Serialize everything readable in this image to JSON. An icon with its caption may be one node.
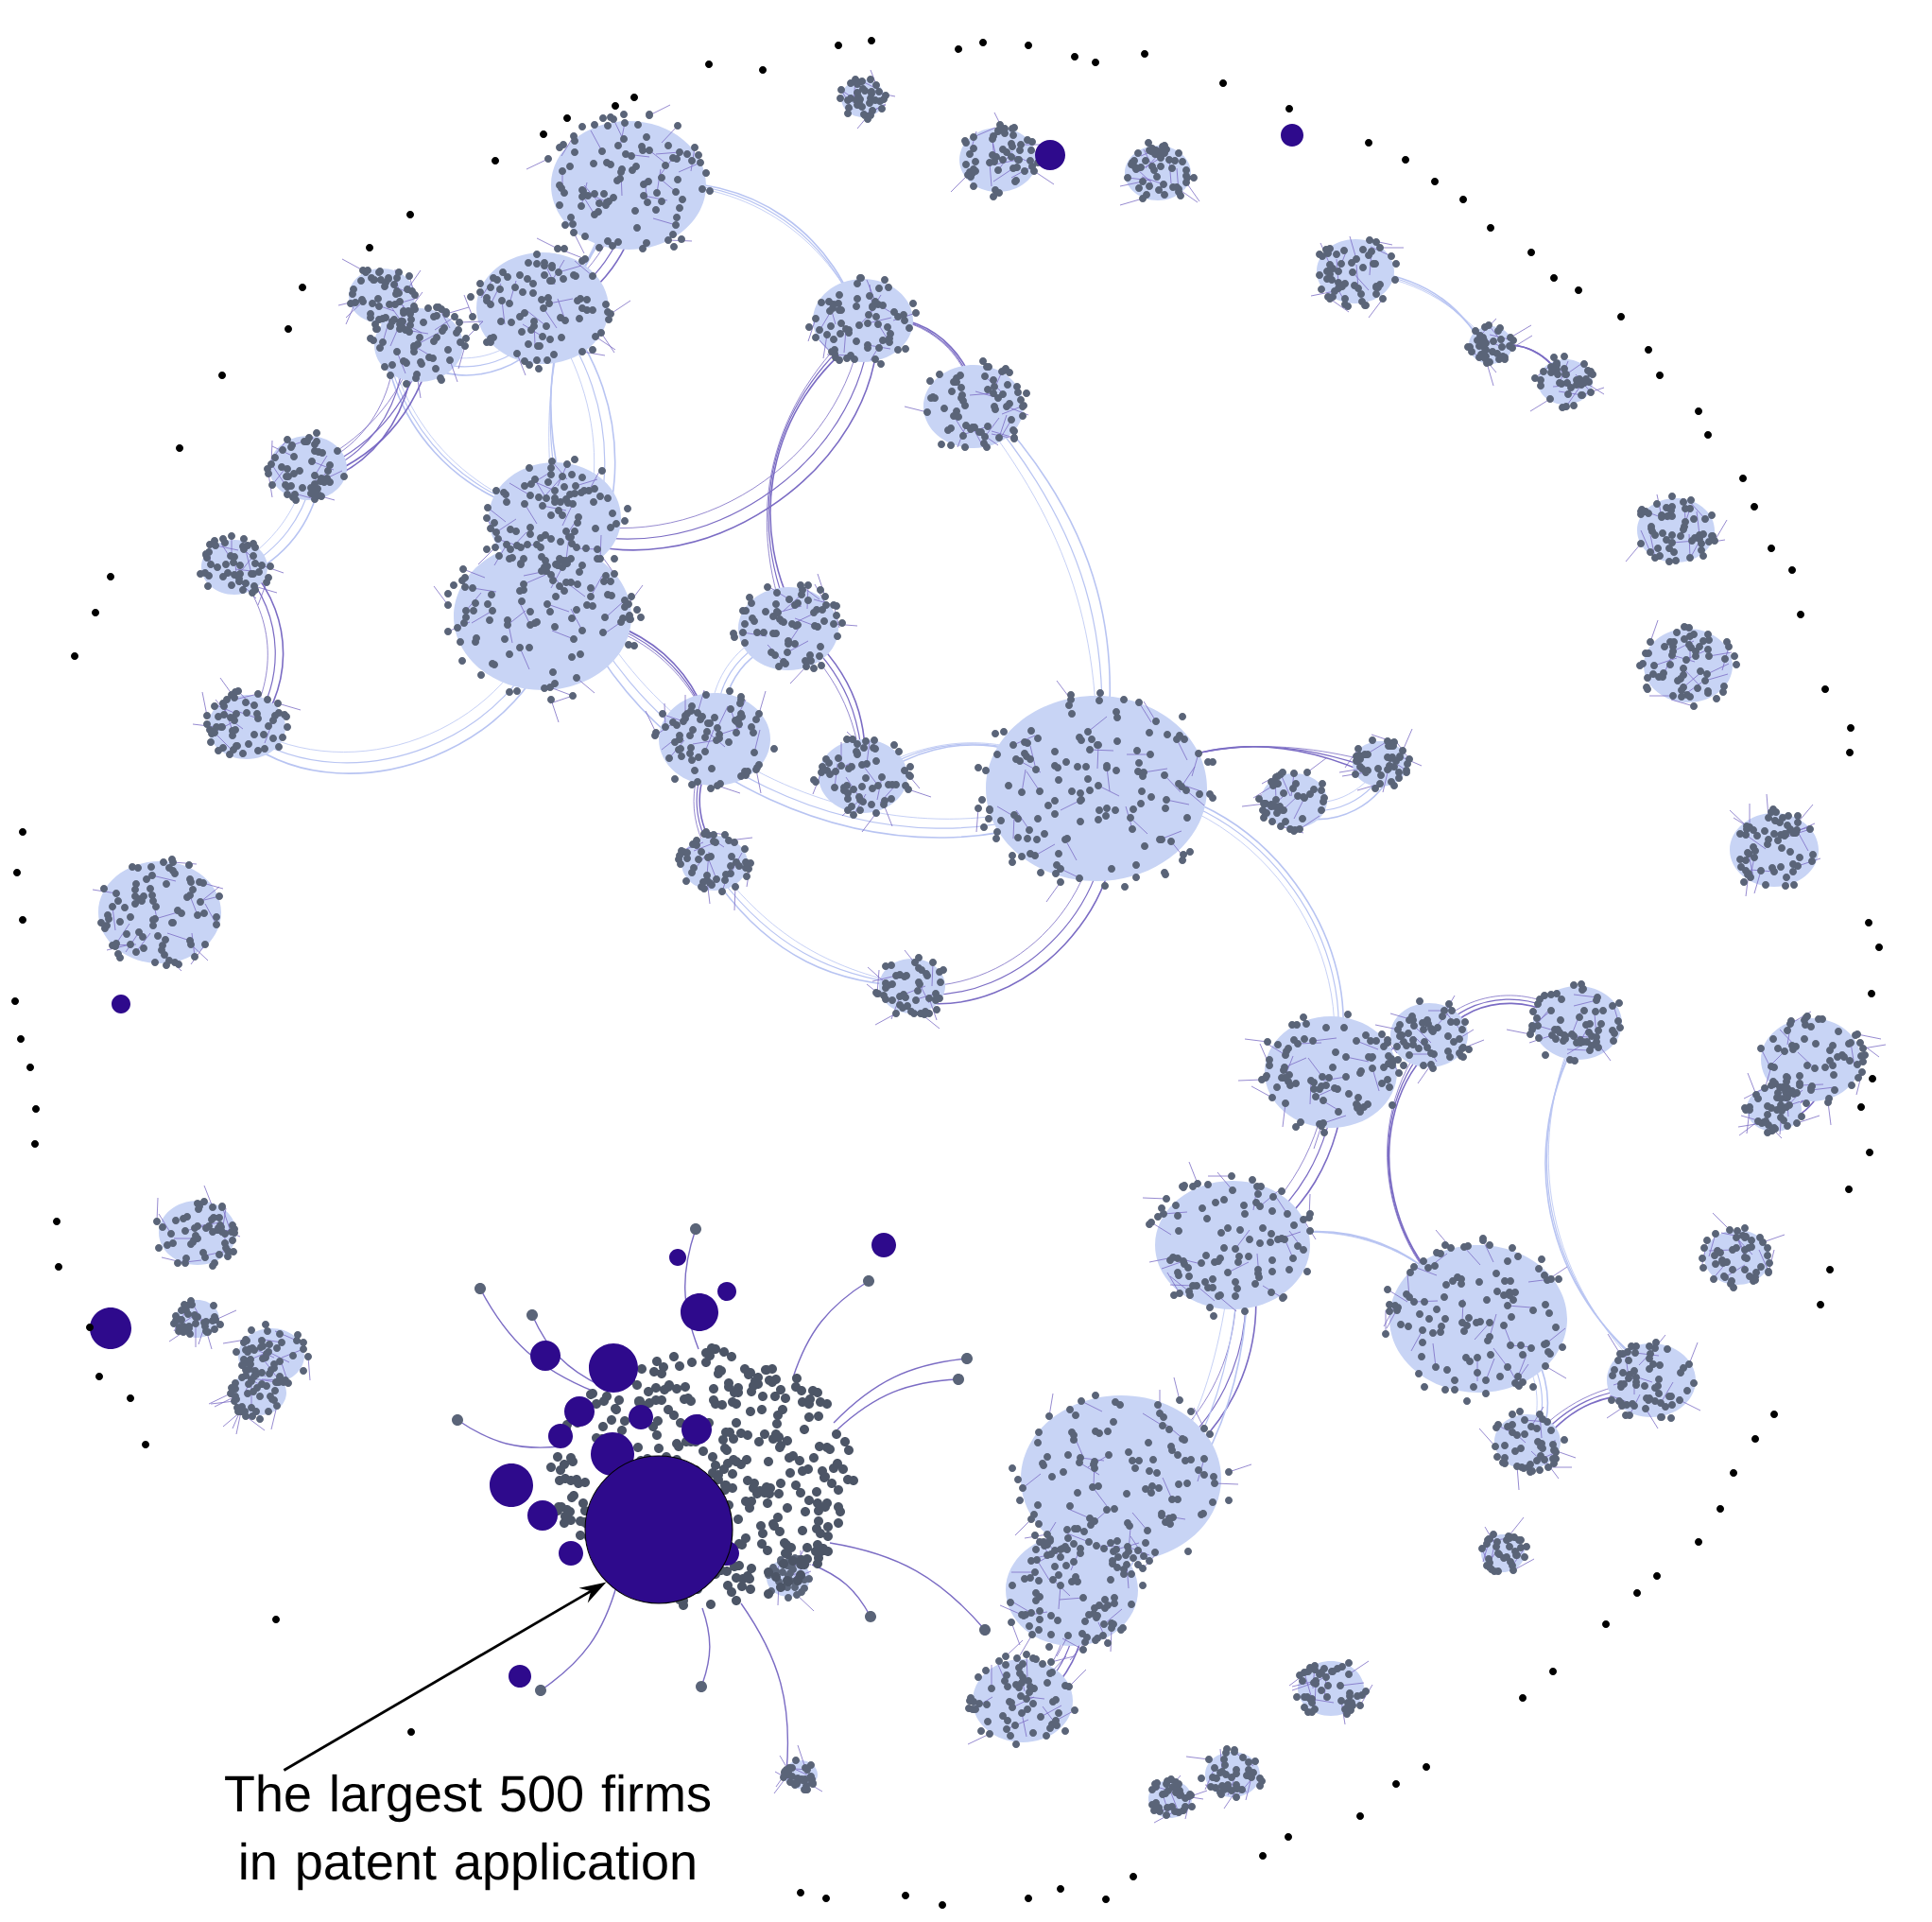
{
  "diagram": {
    "nodes": [
      {
        "text": [
          "The largest 500 firms in patent application"
        ]
      },
      {
        "text": [],
        "shape": "circle"
      }
    ],
    "edges": [
      {
        "from": 0,
        "to": 1,
        "arrow": "to"
      }
    ]
  }
}
